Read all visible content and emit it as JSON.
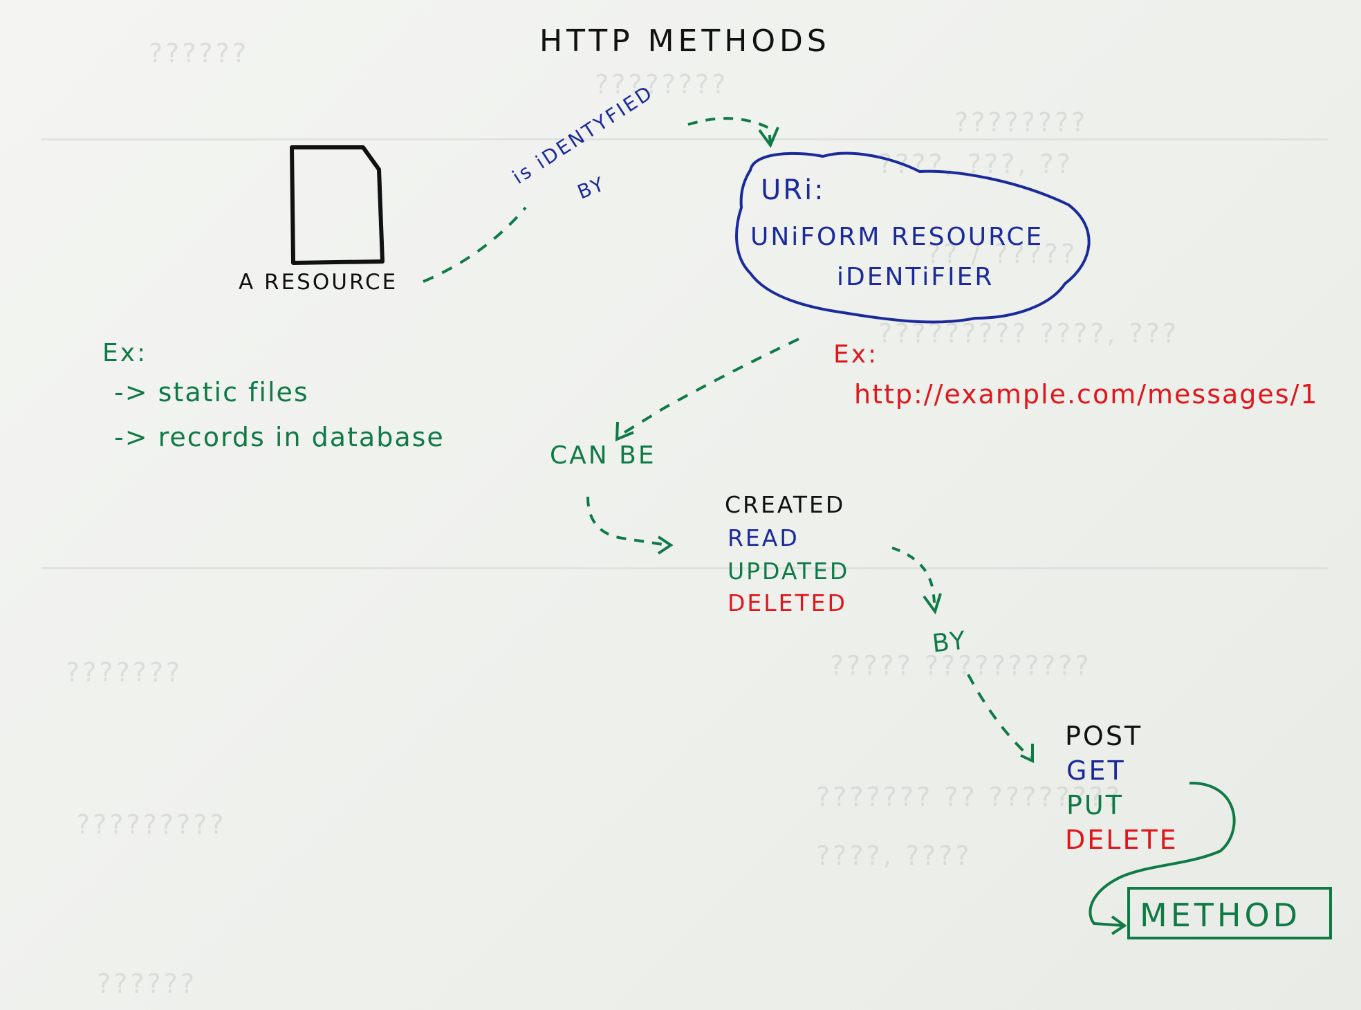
{
  "colors": {
    "ink_black": "#111111",
    "ink_blue": "#1a2a9a",
    "ink_green": "#0f7a45",
    "ink_red": "#e0161c"
  },
  "title": "HTTP METHODS",
  "resource": {
    "label": "A RESOURCE",
    "icon": "document-icon"
  },
  "connector_identified": {
    "line1": "is iDENTYFIED",
    "line2": "BY"
  },
  "uri": {
    "heading": "URi:",
    "line1": "UNiFORM RESOURCE",
    "line2": "iDENTiFIER",
    "example_label": "Ex:",
    "example_url": "http://example.com/messages/1"
  },
  "resource_examples": {
    "label": "Ex:",
    "items": [
      "-> static files",
      "-> records in database"
    ]
  },
  "can_be": "CAN BE",
  "operations": [
    "CREATED",
    "READ",
    "UPDATED",
    "DELETED"
  ],
  "by": "BY",
  "methods": [
    "POST",
    "GET",
    "PUT",
    "DELETE"
  ],
  "method_box": "METHOD"
}
